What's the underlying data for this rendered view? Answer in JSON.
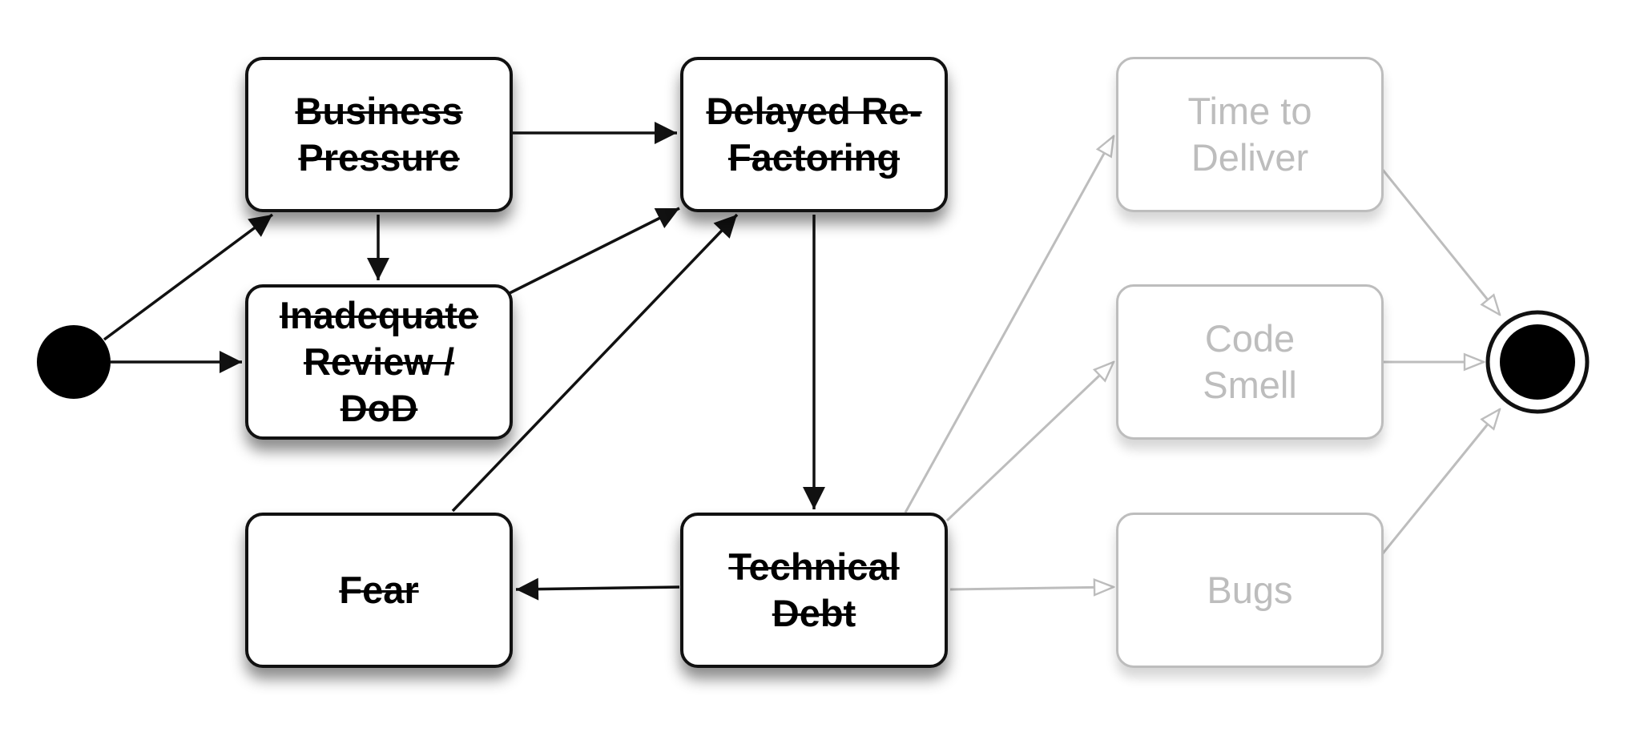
{
  "diagram": {
    "nodes": [
      {
        "id": "business",
        "lines": [
          "Business",
          "Pressure"
        ],
        "state": "struck"
      },
      {
        "id": "inadequate",
        "lines": [
          "Inadequate",
          "Review /",
          "DoD"
        ],
        "state": "struck"
      },
      {
        "id": "fear",
        "lines": [
          "Fear"
        ],
        "state": "struck"
      },
      {
        "id": "delayed",
        "lines": [
          "Delayed Re-",
          "Factoring"
        ],
        "state": "struck"
      },
      {
        "id": "technical",
        "lines": [
          "Technical",
          "Debt"
        ],
        "state": "struck"
      },
      {
        "id": "time",
        "lines": [
          "Time to",
          "Deliver"
        ],
        "state": "faded"
      },
      {
        "id": "code",
        "lines": [
          "Code",
          "Smell"
        ],
        "state": "faded"
      },
      {
        "id": "bugs",
        "lines": [
          "Bugs"
        ],
        "state": "faded"
      }
    ],
    "edges": [
      {
        "from": "start",
        "to": "business",
        "style": "dark"
      },
      {
        "from": "start",
        "to": "inadequate",
        "style": "dark"
      },
      {
        "from": "business",
        "to": "delayed",
        "style": "dark"
      },
      {
        "from": "business",
        "to": "inadequate",
        "style": "dark"
      },
      {
        "from": "inadequate",
        "to": "delayed",
        "style": "dark"
      },
      {
        "from": "fear",
        "to": "delayed",
        "style": "dark"
      },
      {
        "from": "delayed",
        "to": "technical",
        "style": "dark"
      },
      {
        "from": "technical",
        "to": "fear",
        "style": "dark"
      },
      {
        "from": "technical",
        "to": "time",
        "style": "light"
      },
      {
        "from": "technical",
        "to": "code",
        "style": "light"
      },
      {
        "from": "technical",
        "to": "bugs",
        "style": "light"
      },
      {
        "from": "time",
        "to": "end",
        "style": "light"
      },
      {
        "from": "code",
        "to": "end",
        "style": "light"
      },
      {
        "from": "bugs",
        "to": "end",
        "style": "light"
      }
    ],
    "colors": {
      "dark": "#111111",
      "light": "#bdbdbd"
    }
  }
}
